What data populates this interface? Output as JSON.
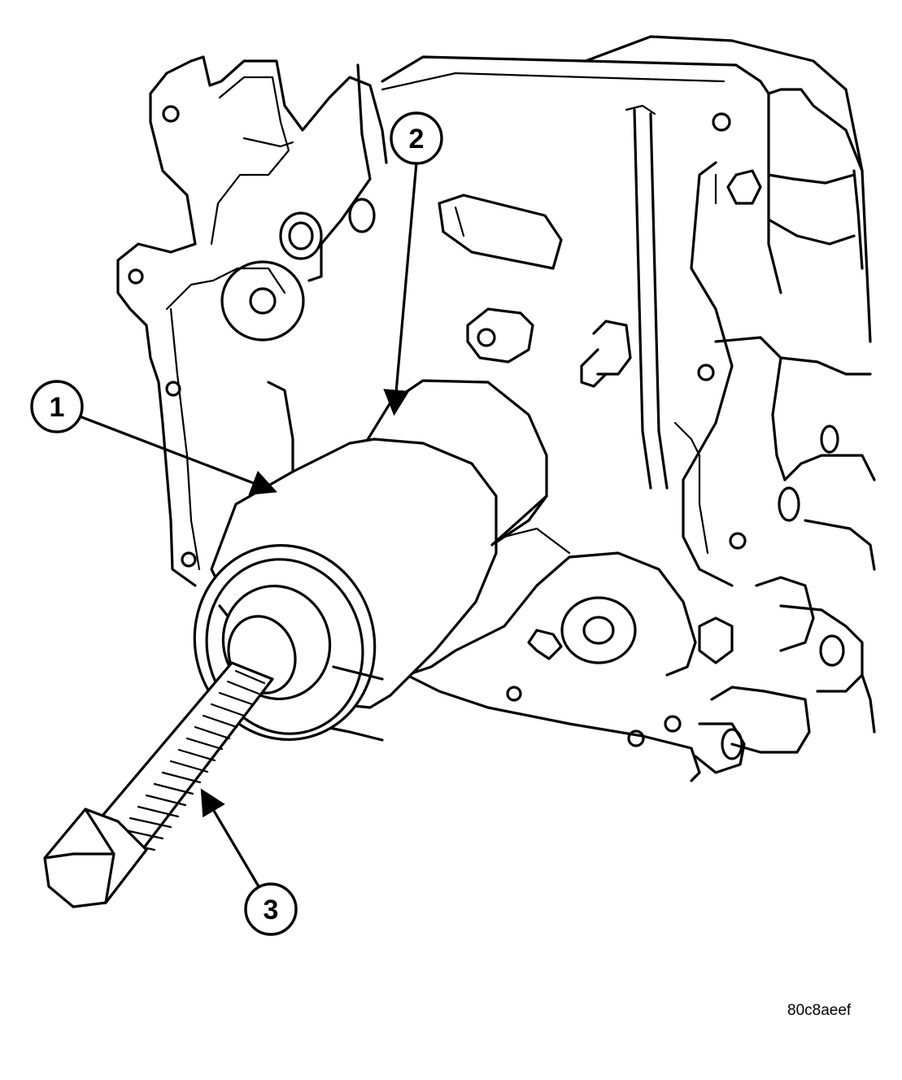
{
  "callouts": [
    {
      "id": "1",
      "label": "1"
    },
    {
      "id": "2",
      "label": "2"
    },
    {
      "id": "3",
      "label": "3"
    }
  ],
  "figure_id": "80c8aeef"
}
